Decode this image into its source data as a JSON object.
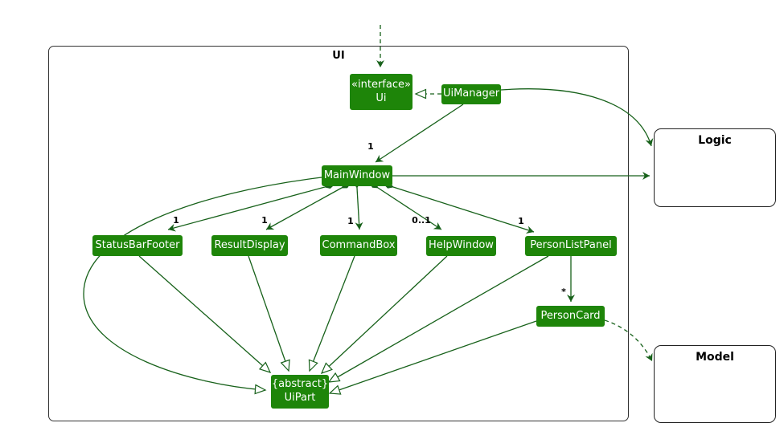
{
  "diagram": {
    "package_label": "UI",
    "external": {
      "logic": "Logic",
      "model": "Model"
    },
    "classes": {
      "ui_interface": {
        "stereotype": "«interface»",
        "name": "Ui"
      },
      "ui_manager": "UiManager",
      "main_window": "MainWindow",
      "status_bar_footer": "StatusBarFooter",
      "result_display": "ResultDisplay",
      "command_box": "CommandBox",
      "help_window": "HelpWindow",
      "person_list_panel": "PersonListPanel",
      "person_card": "PersonCard",
      "ui_part": {
        "modifier": "{abstract}",
        "name": "UiPart"
      }
    },
    "multiplicities": {
      "uimanager_to_mainwindow": "1",
      "mainwindow_to_statusbarfooter": "1",
      "mainwindow_to_resultdisplay": "1",
      "mainwindow_to_commandbox": "1",
      "mainwindow_to_helpwindow": "0..1",
      "mainwindow_to_personlistpanel": "1",
      "personlistpanel_to_personcard": "*"
    }
  },
  "colors": {
    "class-fill": "#1e8509",
    "edge": "#17611a"
  }
}
